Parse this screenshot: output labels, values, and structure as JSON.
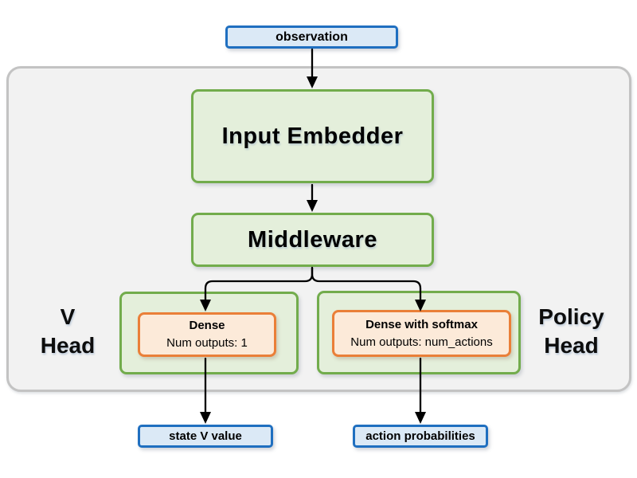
{
  "nodes": {
    "observation": "observation",
    "input_embedder": "Input Embedder",
    "middleware": "Middleware",
    "v_dense_title": "Dense",
    "v_dense_subtitle": "Num outputs: 1",
    "policy_dense_title": "Dense with softmax",
    "policy_dense_subtitle": "Num outputs: num_actions",
    "state_v_value": "state V value",
    "action_probabilities": "action probabilities"
  },
  "labels": {
    "v_head_line1": "V",
    "v_head_line2": "Head",
    "policy_head_line1": "Policy",
    "policy_head_line2": "Head"
  },
  "colors": {
    "io_fill": "#dbe9f6",
    "io_border": "#1f6fc0",
    "block_fill": "#e4efdb",
    "block_border": "#72ac4c",
    "dense_fill": "#fcead9",
    "dense_border": "#ea7f38",
    "container_fill": "#f2f2f2",
    "container_border": "#c3c3c3",
    "arrow_color": "#000000"
  }
}
